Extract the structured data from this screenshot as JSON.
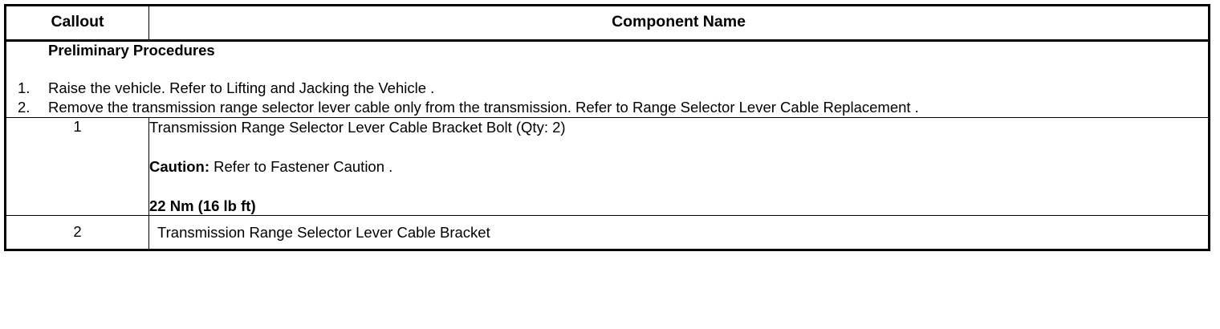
{
  "table": {
    "headers": {
      "callout": "Callout",
      "component_name": "Component Name"
    },
    "preliminary": {
      "title": "Preliminary Procedures",
      "steps": [
        {
          "number": "1.",
          "text": "Raise the vehicle. Refer to Lifting and Jacking the Vehicle ."
        },
        {
          "number": "2.",
          "text": "Remove the transmission range selector lever cable only from the transmission. Refer to Range Selector Lever Cable Replacement ."
        }
      ]
    },
    "rows": [
      {
        "callout": "1",
        "component": "Transmission Range Selector Lever Cable Bracket Bolt (Qty: 2)",
        "caution_label": "Caution:",
        "caution_text": "Refer to Fastener Caution .",
        "torque": "22 Nm (16 lb ft)"
      },
      {
        "callout": "2",
        "component": "Transmission Range Selector Lever Cable Bracket"
      }
    ]
  }
}
